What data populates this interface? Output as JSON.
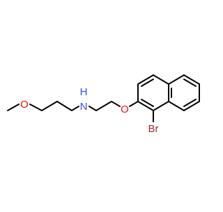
{
  "molecule": {
    "atom_labels": {
      "methoxy_o": "O",
      "amine_n": "N",
      "amine_h": "H",
      "ether_o": "O",
      "bromine": "Br"
    },
    "colors": {
      "bond": "#000000",
      "oxygen": "#ff0d0d",
      "nitrogen": "#3050f8",
      "bromine": "#a62929",
      "background": "#ffffff"
    }
  }
}
